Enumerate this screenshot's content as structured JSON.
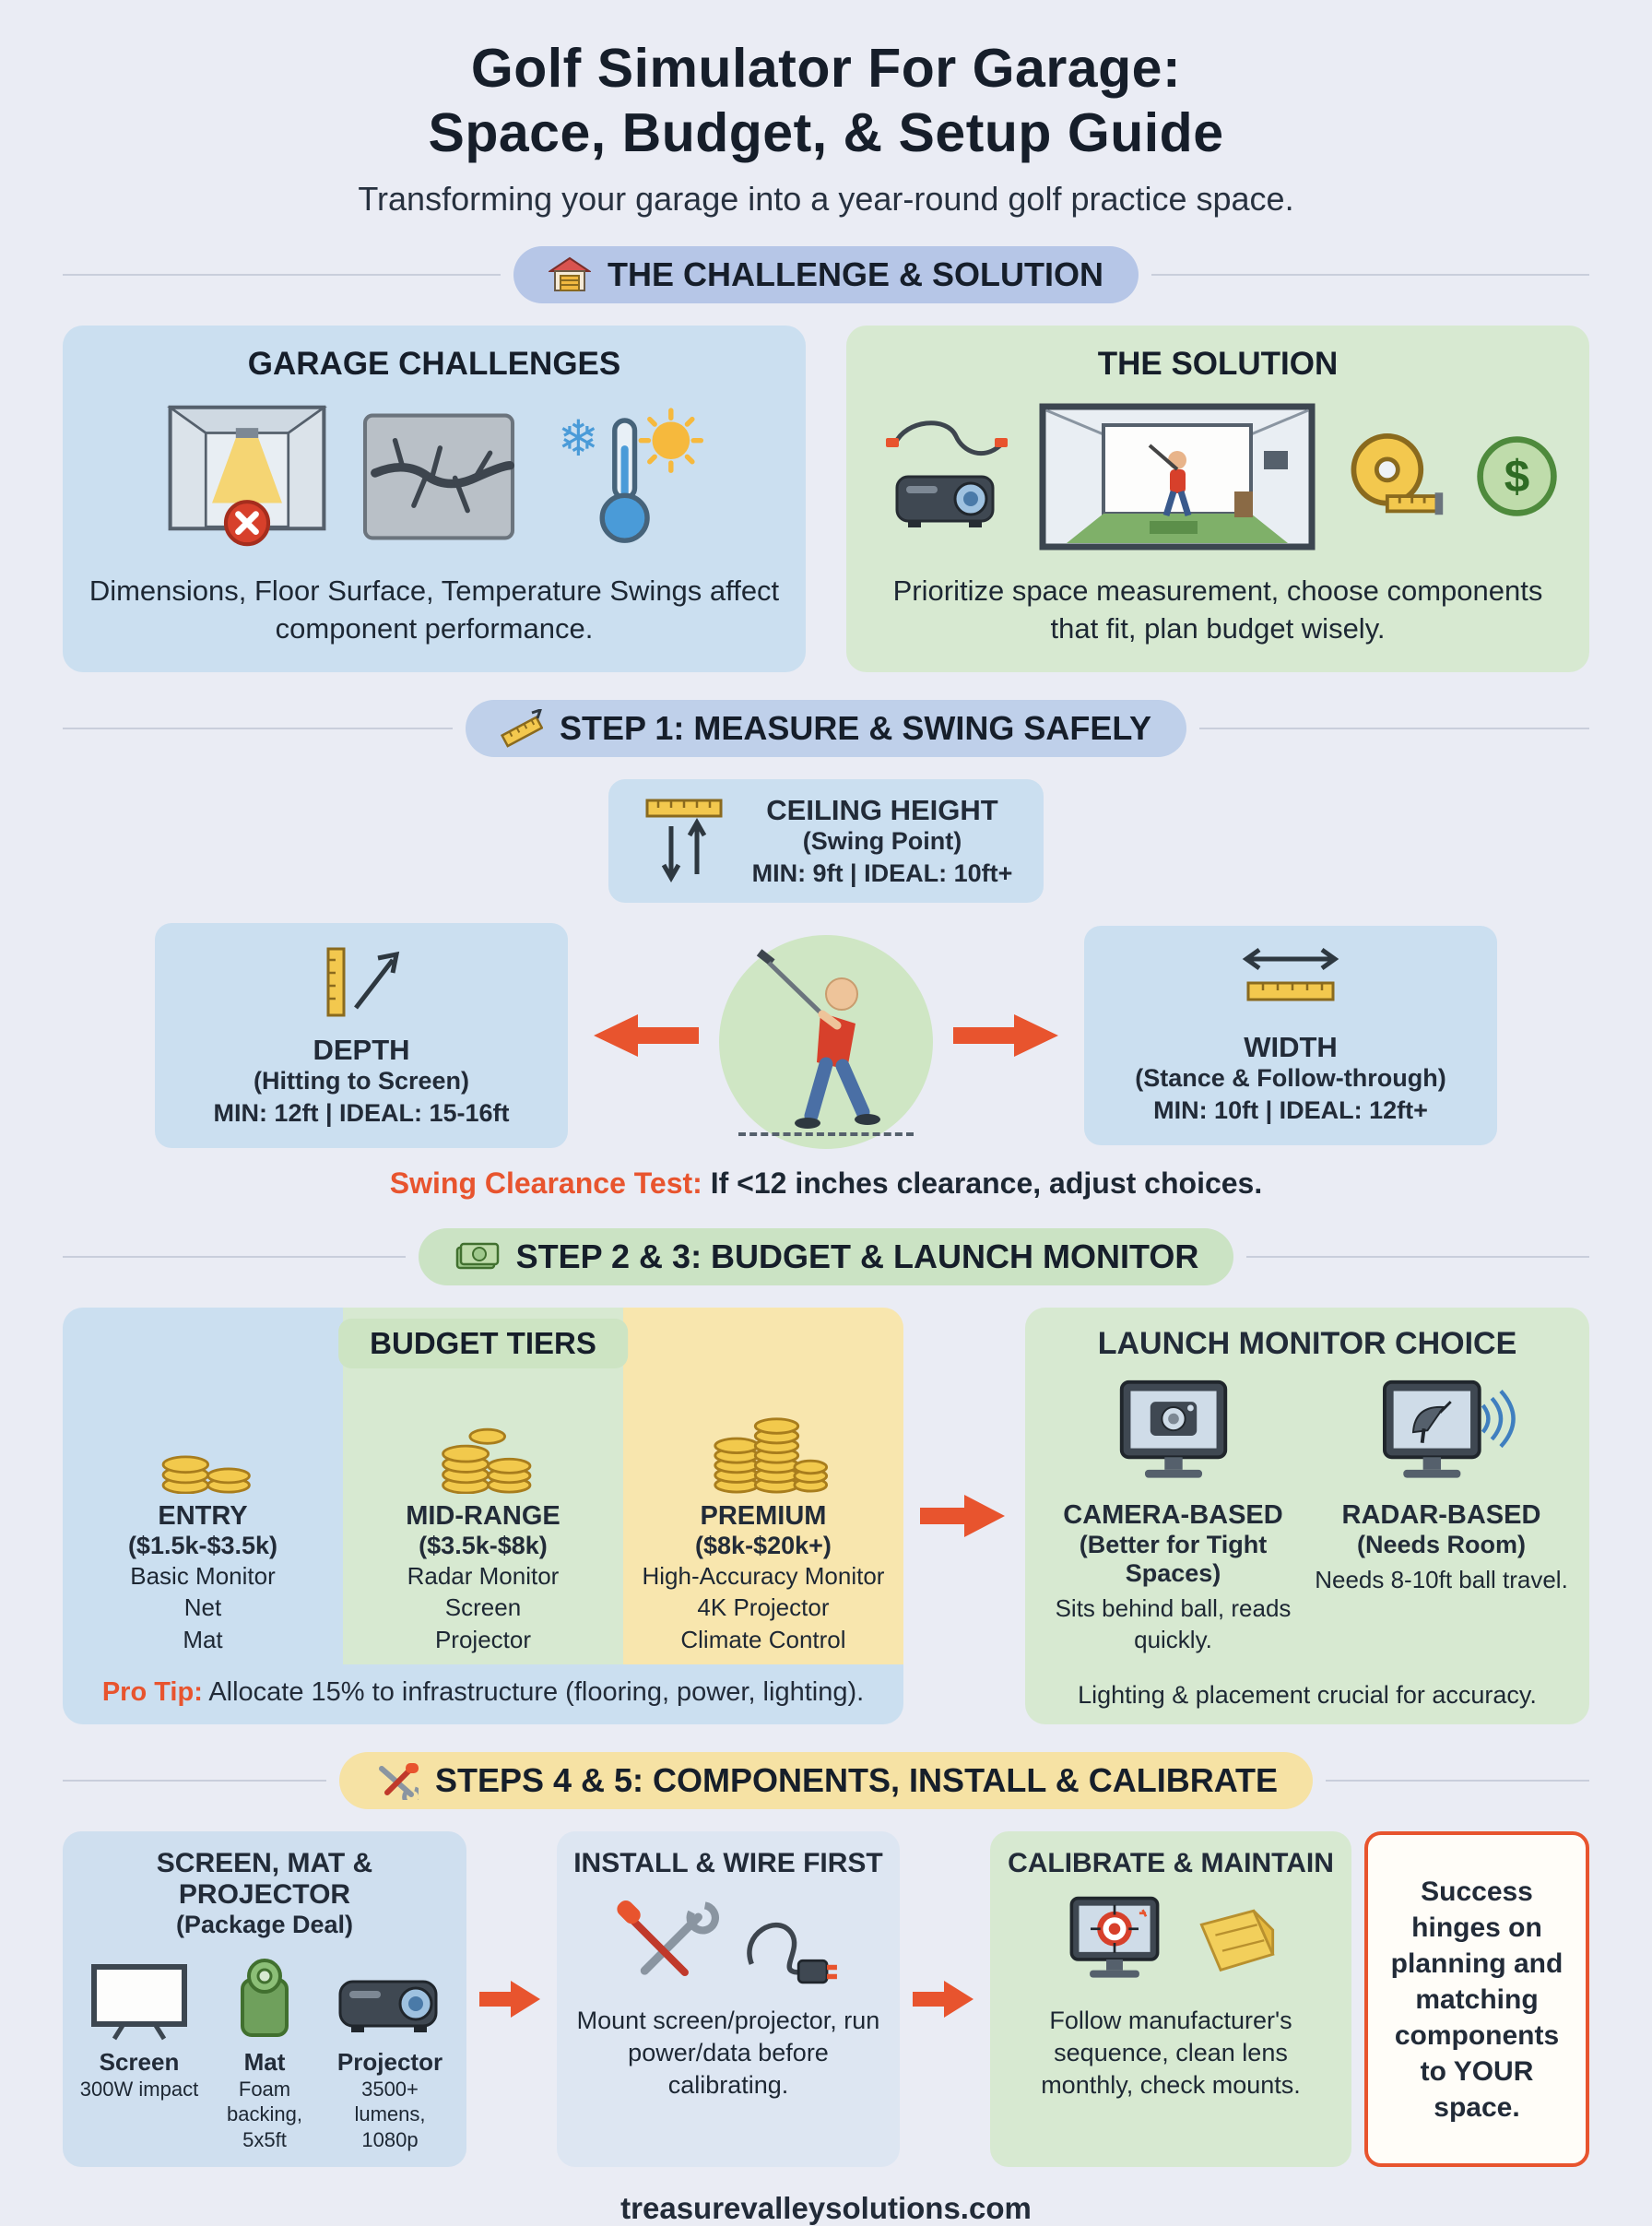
{
  "page": {
    "title_line1": "Golf Simulator For Garage:",
    "title_line2": "Space, Budget, & Setup Guide",
    "subtitle": "Transforming your garage into a year-round golf practice space.",
    "footer": "treasurevalleysolutions.com"
  },
  "colors": {
    "accent_orange": "#e8542e",
    "card_blue": "#cbdff0",
    "card_green": "#d7e9d1",
    "card_yellow": "#f8e6ae"
  },
  "s1": {
    "header": "THE CHALLENGE & SOLUTION",
    "challenges": {
      "title": "GARAGE CHALLENGES",
      "text": "Dimensions, Floor Surface, Temperature Swings affect component performance."
    },
    "solution": {
      "title": "THE SOLUTION",
      "text": "Prioritize space measurement, choose components that fit, plan budget wisely."
    }
  },
  "s2": {
    "header": "STEP 1: MEASURE & SWING SAFELY",
    "ceiling": {
      "title": "CEILING HEIGHT",
      "subtitle": "(Swing Point)",
      "specs": "MIN: 9ft | IDEAL: 10ft+"
    },
    "depth": {
      "title": "DEPTH",
      "subtitle": "(Hitting to Screen)",
      "specs": "MIN: 12ft | IDEAL: 15-16ft"
    },
    "width": {
      "title": "WIDTH",
      "subtitle": "(Stance & Follow-through)",
      "specs": "MIN: 10ft | IDEAL: 12ft+"
    },
    "clearance_label": "Swing Clearance Test:",
    "clearance_text": " If <12 inches clearance, adjust choices."
  },
  "s3": {
    "header": "STEP 2 & 3: BUDGET & LAUNCH MONITOR",
    "budget": {
      "title": "BUDGET TIERS",
      "tiers": [
        {
          "name": "ENTRY",
          "price": "($1.5k-$3.5k)",
          "items": [
            "Basic Monitor",
            "Net",
            "Mat"
          ]
        },
        {
          "name": "MID-RANGE",
          "price": "($3.5k-$8k)",
          "items": [
            "Radar Monitor",
            "Screen",
            "Projector"
          ]
        },
        {
          "name": "PREMIUM",
          "price": "($8k-$20k+)",
          "items": [
            "High-Accuracy Monitor",
            "4K Projector",
            "Climate Control"
          ]
        }
      ],
      "protip_label": "Pro Tip:",
      "protip_text": " Allocate 15% to infrastructure (flooring, power, lighting)."
    },
    "monitor": {
      "title": "LAUNCH MONITOR CHOICE",
      "camera": {
        "title": "CAMERA-BASED",
        "subtitle": "(Better for Tight Spaces)",
        "text": "Sits behind ball, reads quickly."
      },
      "radar": {
        "title": "RADAR-BASED",
        "subtitle": "(Needs Room)",
        "text": "Needs 8-10ft ball travel."
      },
      "note": "Lighting & placement crucial for accuracy."
    }
  },
  "s4": {
    "header": "STEPS 4 & 5: COMPONENTS, INSTALL & CALIBRATE",
    "package": {
      "title": "SCREEN, MAT & PROJECTOR",
      "subtitle": "(Package Deal)",
      "items": [
        {
          "name": "Screen",
          "desc": "300W impact"
        },
        {
          "name": "Mat",
          "desc": "Foam backing, 5x5ft"
        },
        {
          "name": "Projector",
          "desc": "3500+ lumens, 1080p"
        }
      ]
    },
    "install": {
      "title": "INSTALL & WIRE FIRST",
      "text": "Mount screen/projector, run power/data before calibrating."
    },
    "calibrate": {
      "title": "CALIBRATE & MAINTAIN",
      "text": "Follow manufacturer's sequence, clean lens monthly, check mounts."
    },
    "callout": "Success hinges on planning and matching components to YOUR space."
  }
}
